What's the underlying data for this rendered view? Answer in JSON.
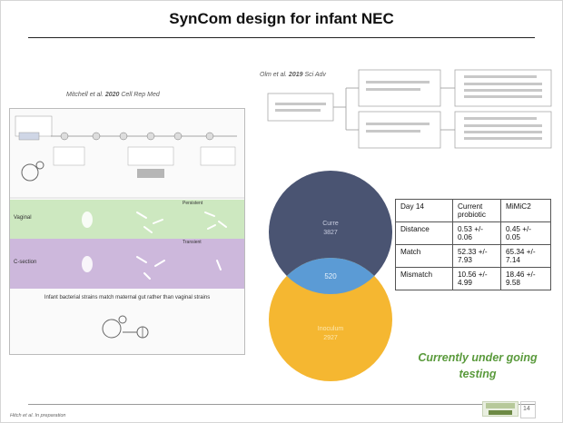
{
  "slide": {
    "title": "SynCom design for infant NEC",
    "page_number": "14"
  },
  "left_figure": {
    "citation_prefix": "Mitchell ",
    "citation_etal": "et al.",
    "citation_year": "2020",
    "citation_journal": " Cell Rep Med",
    "panel_labels": [
      "Vaginal",
      "C-section"
    ],
    "band_words": [
      "Persistent",
      "Transient"
    ],
    "caption": "Infant bacterial strains match maternal gut rather than vaginal strains"
  },
  "right_figure": {
    "citation_prefix": "Olm ",
    "citation_etal": "et al.",
    "citation_year": "2019",
    "citation_journal": " Sci Adv"
  },
  "venn": {
    "top_label": "Curre",
    "top_value": "3827",
    "overlap_value": "520",
    "bottom_label": "Inoculum",
    "bottom_value": "2927",
    "colors": {
      "top": "#4a5472",
      "bottom": "#f5b731",
      "overlap": "#5b9bd5"
    }
  },
  "table": {
    "header": [
      "Day 14",
      "Current probiotic",
      "MiMiC2"
    ],
    "rows": [
      {
        "label": "Distance",
        "current": "0.53 +/- 0.06",
        "mimic": "0.45 +/- 0.05",
        "bold": "mimic"
      },
      {
        "label": "Match",
        "current": "52.33 +/- 7.93",
        "mimic": "65.34 +/- 7.14",
        "bold": "mimic"
      },
      {
        "label": "Mismatch",
        "current": "10.56 +/- 4.99",
        "mimic": "18.46 +/- 9.58",
        "bold": "current"
      }
    ]
  },
  "status": {
    "line1": "Currently under going",
    "line2": "testing",
    "color": "#5a9a3c"
  },
  "footer": {
    "citation": "Hitch et al. In preparation"
  }
}
